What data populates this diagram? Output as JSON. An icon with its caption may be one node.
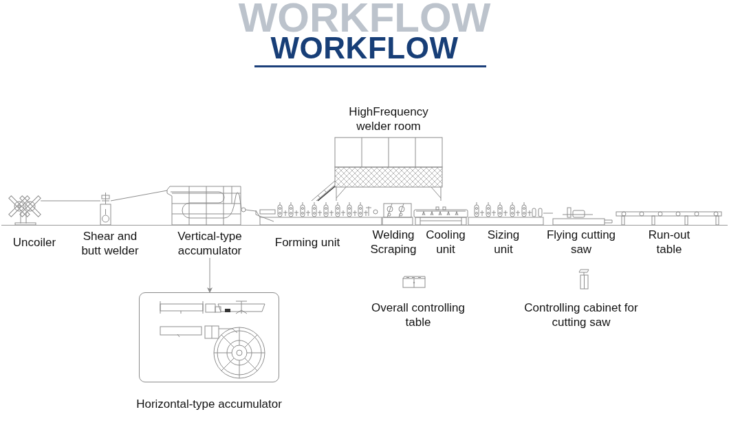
{
  "diagram": {
    "title": "WORKFLOW",
    "nodes": [
      {
        "text": [],
        "shape": "picture",
        "beside": [
          "Uncoiler"
        ]
      },
      {
        "text": [],
        "shape": "picture",
        "beside": [
          "Shear and butt welder"
        ]
      },
      {
        "text": [],
        "shape": "picture"
      },
      {
        "text": [],
        "shape": "picture",
        "beside": [
          "Forming unit"
        ]
      },
      {
        "text": [],
        "shape": "picture",
        "beside": [
          "HighFrequency welder room"
        ]
      },
      {
        "text": [],
        "shape": "picture",
        "beside": [
          "Welding Scraping"
        ]
      },
      {
        "text": [],
        "shape": "picture",
        "beside": [
          "Cooling unit"
        ]
      },
      {
        "text": [],
        "shape": "picture",
        "beside": [
          "Sizing unit"
        ]
      },
      {
        "text": [],
        "shape": "picture",
        "beside": [
          "Flying cutting saw"
        ]
      },
      {
        "text": [],
        "shape": "picture",
        "beside": [
          "Run-out table"
        ]
      },
      {
        "text": [
          "Vertical-type accumulator"
        ]
      },
      {
        "text": [
          "Horizontal-type accumulator"
        ]
      }
    ],
    "edges": [
      {
        "from": 0,
        "to": 1,
        "arrow": "none"
      },
      {
        "from": 1,
        "to": 2,
        "arrow": "none"
      },
      {
        "from": 2,
        "to": 3,
        "arrow": "none"
      },
      {
        "from": 7,
        "to": 8,
        "arrow": "none"
      },
      {
        "from": 10,
        "to": 11,
        "arrow": "to"
      }
    ],
    "labels": [
      "WORKFLOW",
      "Overall controlling table",
      "Controlling cabinet for cutting saw"
    ]
  }
}
